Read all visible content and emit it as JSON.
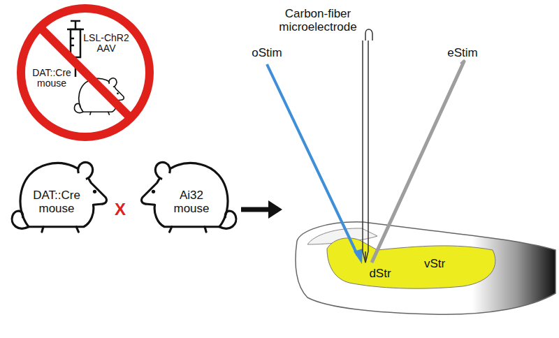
{
  "diagram": {
    "labels": [
      "LSL-ChR2 AAV",
      "DAT::Cre mouse",
      "Carbon-fiber microelectrode",
      "oStim",
      "eStim",
      "DAT::Cre mouse",
      "Ai32 mouse",
      "X",
      "dStr",
      "vStr"
    ]
  }
}
